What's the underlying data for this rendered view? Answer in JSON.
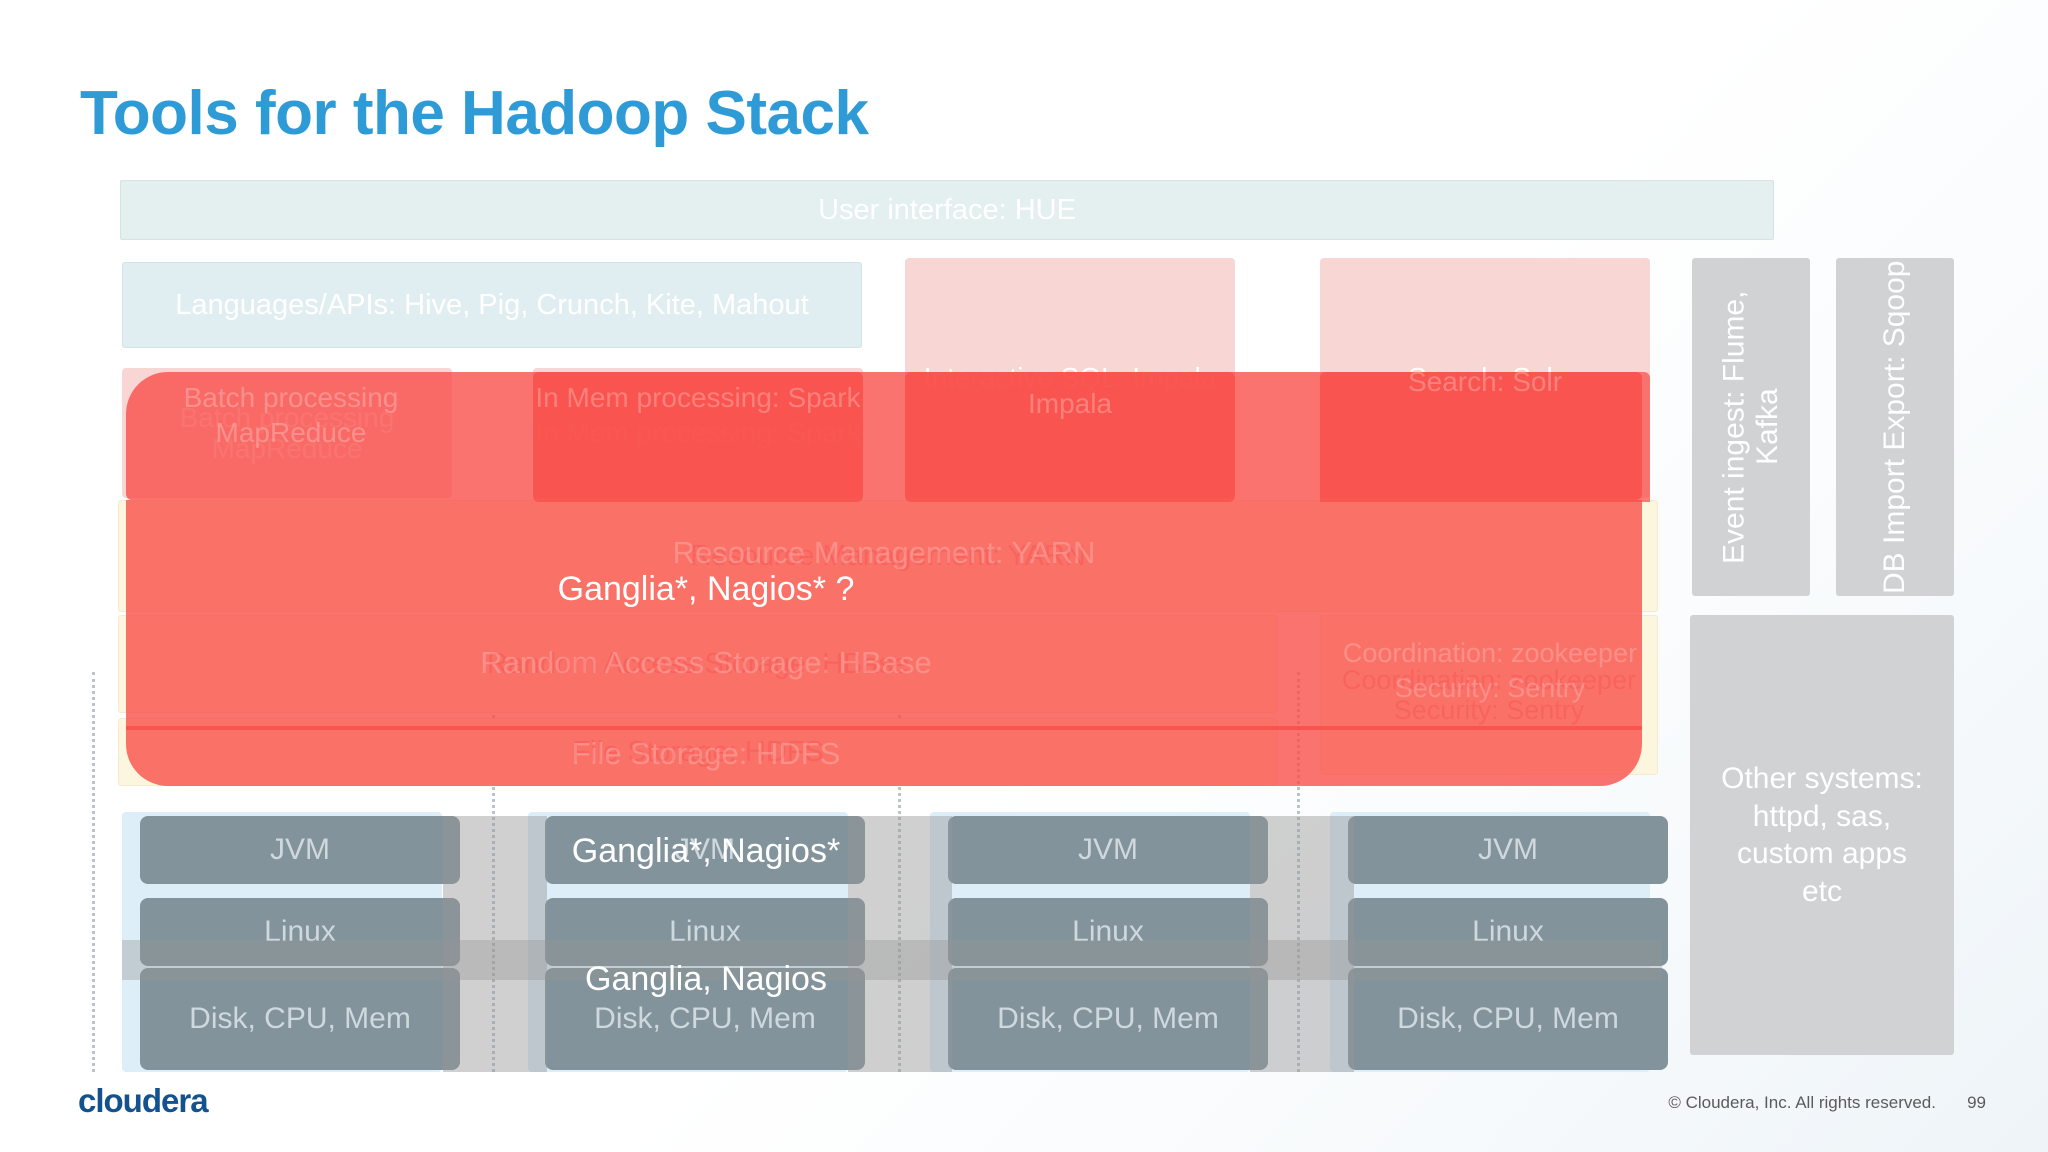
{
  "slide": {
    "title": "Tools for the Hadoop Stack",
    "page_number": "99",
    "copyright": "© Cloudera, Inc. All rights reserved.",
    "logo": "cloudera",
    "accent_color": "#2e9bd6",
    "overlay_color": "#f84c46",
    "slate_color": "#82939c",
    "grey_color": "#d0d2d4",
    "cream_color": "#fdf6df",
    "teal_color": "#e0eef1"
  },
  "stack": {
    "ui_layer": "User interface: HUE",
    "languages_layer": "Languages/APIs: Hive, Pig, Crunch, Kite, Mahout",
    "processing": [
      {
        "label": "Batch processing MapReduce"
      },
      {
        "label": "In Mem processing: Spark"
      },
      {
        "label": "Interactive SQL: Impala"
      },
      {
        "label": "Search: Solr"
      }
    ],
    "resource_layer": "Resource Management: YARN",
    "random_access_layer": "Random Access Storage: HBase",
    "file_storage_layer": "File Storage: HDFS",
    "coordination_layer": "Coordination: zookeeper Security: Sentry"
  },
  "side_columns": [
    {
      "label": "Event ingest: Flume, Kafka"
    },
    {
      "label": "DB Import Export: Sqoop"
    }
  ],
  "other_systems": "Other systems: httpd, sas, custom apps etc",
  "nodes": {
    "rows": [
      {
        "name": "jvm-row",
        "label": "JVM",
        "count": 4
      },
      {
        "name": "linux-row",
        "label": "Linux",
        "count": 4
      },
      {
        "name": "hw-row",
        "label": "Disk, CPU, Mem",
        "count": 4
      }
    ]
  },
  "callouts": [
    {
      "name": "callout-yarn",
      "text": "Ganglia*, Nagios* ?"
    },
    {
      "name": "callout-jvm",
      "text": "Ganglia*, Nagios*"
    },
    {
      "name": "callout-linux",
      "text": "Ganglia, Nagios"
    }
  ]
}
